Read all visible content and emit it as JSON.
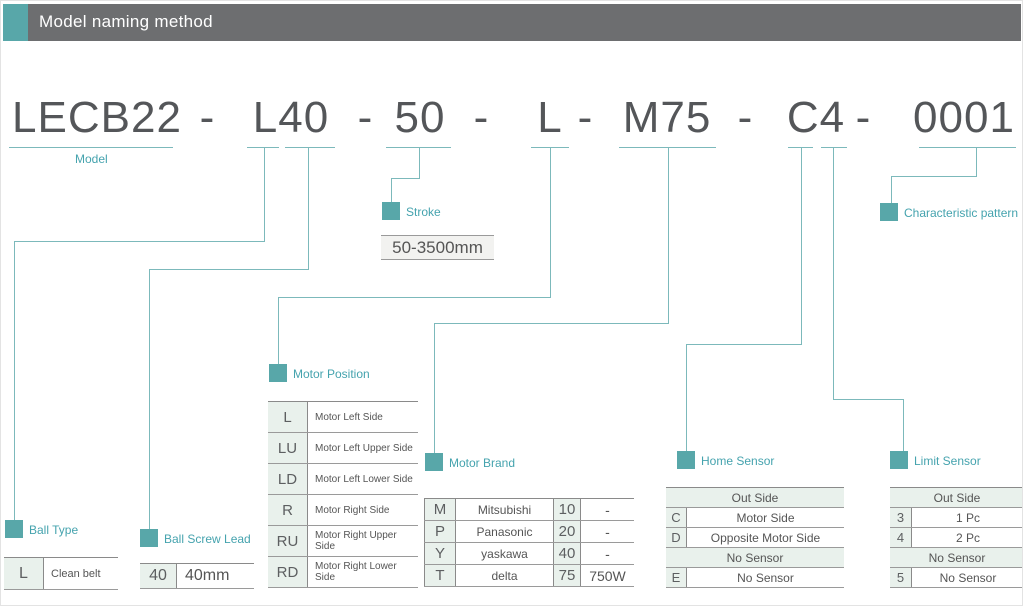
{
  "header": {
    "title": "Model naming method"
  },
  "model": {
    "label": "Model",
    "dash": "-",
    "segments": {
      "series": "LECB22",
      "position_lead": "L40",
      "stroke": "50",
      "ball_type": "L",
      "motor": "M75",
      "sensors": "C4",
      "pattern": "0001"
    }
  },
  "callouts": {
    "ball_type": "Ball Type",
    "ball_screw_lead": "Ball Screw Lead",
    "stroke": "Stroke",
    "stroke_range": "50-3500mm",
    "motor_position": "Motor Position",
    "motor_brand": "Motor Brand",
    "home_sensor": "Home Sensor",
    "limit_sensor": "Limit Sensor",
    "characteristic_pattern": "Characteristic pattern"
  },
  "tables": {
    "ball_type": {
      "rows": [
        {
          "code": "L",
          "desc": "Clean belt"
        }
      ]
    },
    "ball_screw_lead": {
      "rows": [
        {
          "code": "40",
          "desc": "40mm"
        }
      ]
    },
    "motor_position": {
      "rows": [
        {
          "code": "L",
          "desc": "Motor Left Side"
        },
        {
          "code": "LU",
          "desc": "Motor Left Upper Side"
        },
        {
          "code": "LD",
          "desc": "Motor Left Lower Side"
        },
        {
          "code": "R",
          "desc": "Motor Right Side"
        },
        {
          "code": "RU",
          "desc": "Motor Right Upper Side"
        },
        {
          "code": "RD",
          "desc": "Motor Right Lower Side"
        }
      ]
    },
    "motor_brand": {
      "rows": [
        {
          "code": "M",
          "brand": "Mitsubishi",
          "power_code": "10",
          "power": "-"
        },
        {
          "code": "P",
          "brand": "Panasonic",
          "power_code": "20",
          "power": "-"
        },
        {
          "code": "Y",
          "brand": "yaskawa",
          "power_code": "40",
          "power": "-"
        },
        {
          "code": "T",
          "brand": "delta",
          "power_code": "75",
          "power": "750W"
        }
      ]
    },
    "home_sensor": {
      "group1_header": "Out Side",
      "group2_header": "No Sensor",
      "rows": [
        {
          "code": "C",
          "desc": "Motor Side"
        },
        {
          "code": "D",
          "desc": "Opposite Motor Side"
        },
        {
          "code": "E",
          "desc": "No Sensor"
        }
      ]
    },
    "limit_sensor": {
      "group1_header": "Out Side",
      "group2_header": "No Sensor",
      "rows": [
        {
          "code": "3",
          "desc": "1 Pc"
        },
        {
          "code": "4",
          "desc": "2 Pc"
        },
        {
          "code": "5",
          "desc": "No Sensor"
        }
      ]
    }
  },
  "colors": {
    "accent_teal": "#58a7a9",
    "line_teal": "#7cb9bb",
    "label_teal": "#45a3ae",
    "header_bar": "#6d6e70",
    "cell_bg": "#e9f1ec",
    "model_text": "#545659"
  }
}
